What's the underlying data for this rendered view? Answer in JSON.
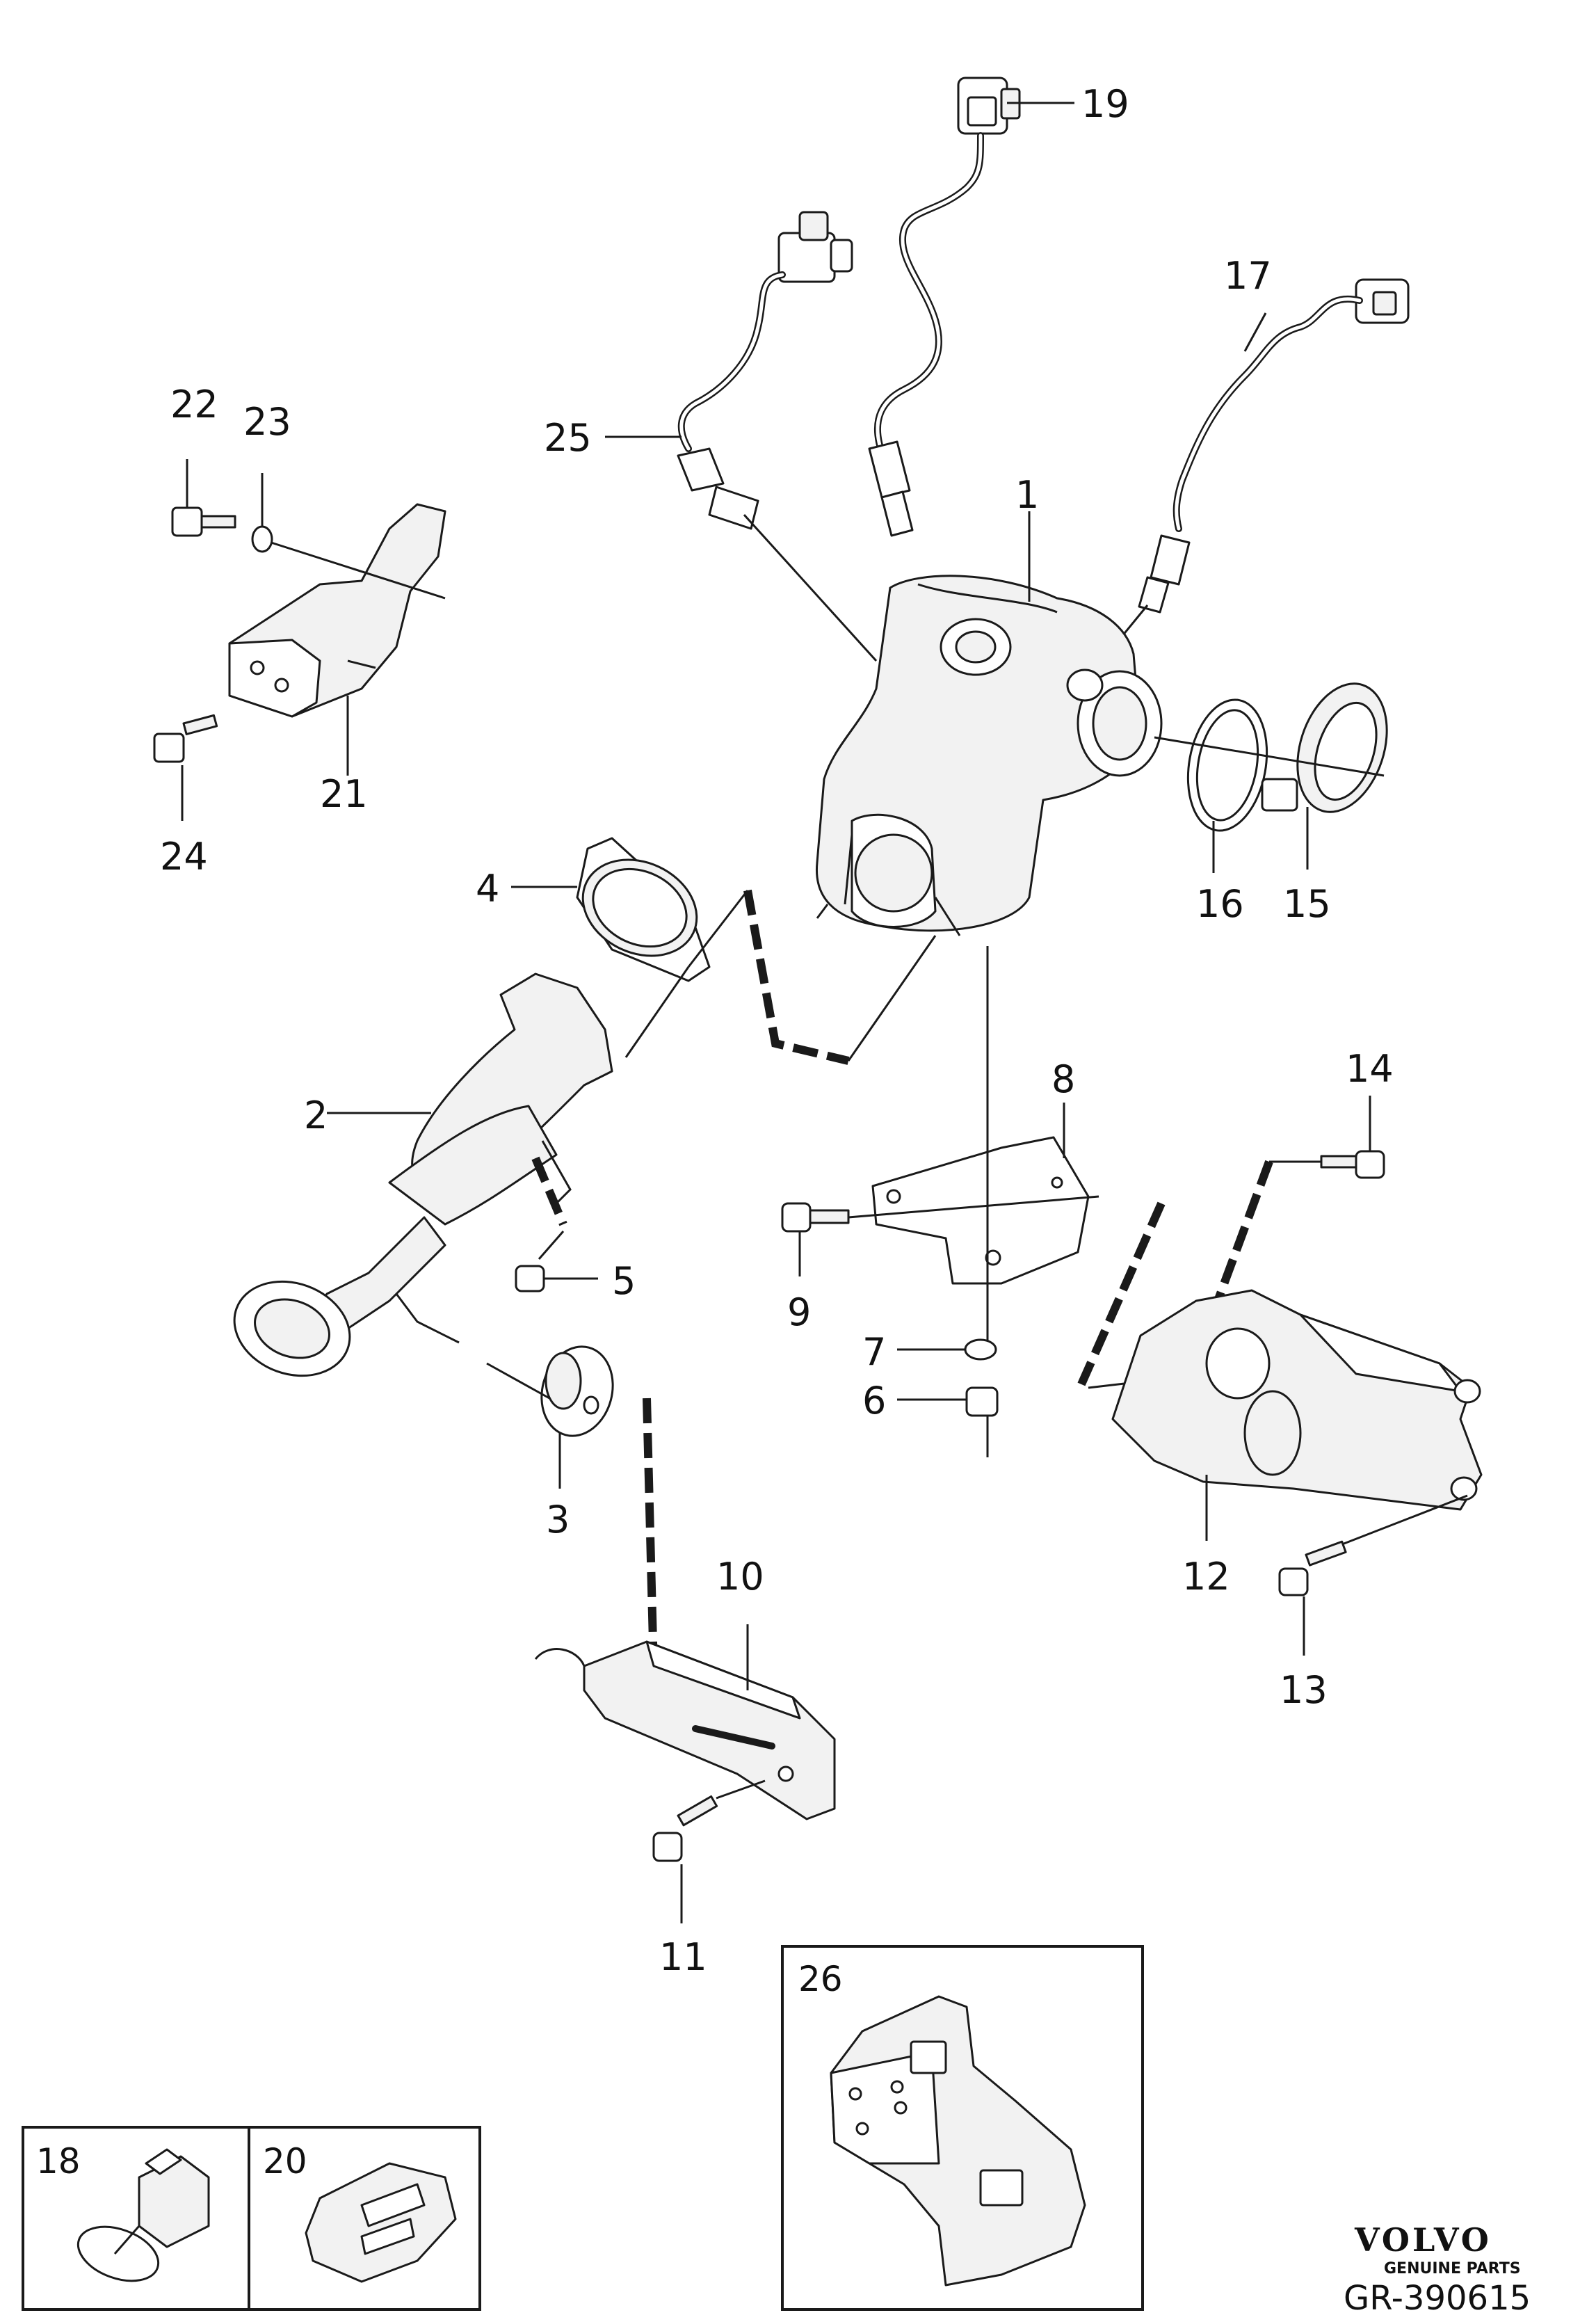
{
  "callouts": {
    "c1": "1",
    "c2": "2",
    "c3": "3",
    "c4": "4",
    "c5": "5",
    "c6": "6",
    "c7": "7",
    "c8": "8",
    "c9": "9",
    "c10": "10",
    "c11": "11",
    "c12": "12",
    "c13": "13",
    "c14": "14",
    "c15": "15",
    "c16": "16",
    "c17": "17",
    "c19": "19",
    "c21": "21",
    "c22": "22",
    "c23": "23",
    "c24": "24",
    "c25": "25"
  },
  "insets": {
    "c18": "18",
    "c20": "20",
    "c26": "26"
  },
  "brand": {
    "name": "VOLVO",
    "tagline": "GENUINE PARTS"
  },
  "reference": "GR-390615"
}
